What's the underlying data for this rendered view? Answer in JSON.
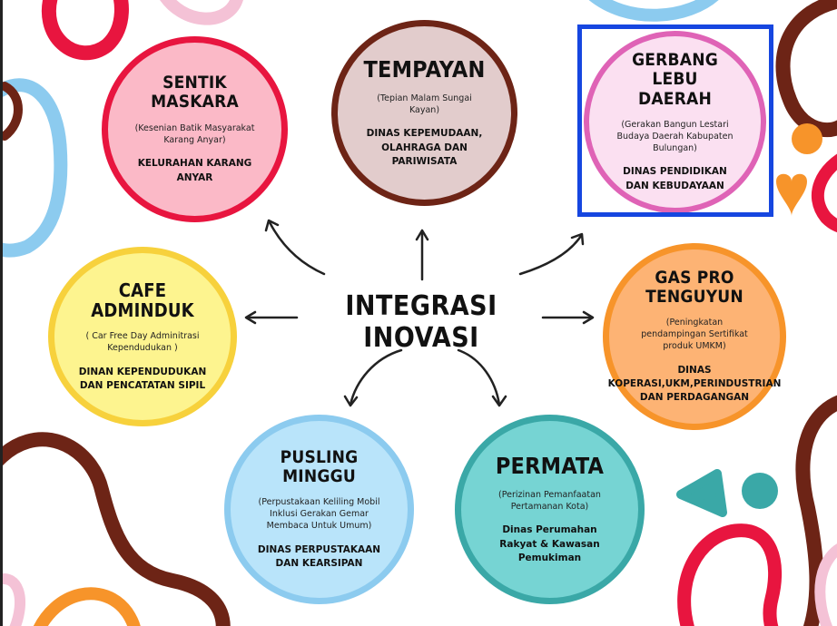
{
  "center": {
    "title": "INTEGRASI INOVASI"
  },
  "colors": {
    "accent_red": "#e8153f",
    "accent_brown": "#6d2416",
    "accent_blue": "#8ccbef",
    "accent_orange": "#f7942a",
    "accent_teal": "#3aa8a7",
    "accent_pink": "#f4c2d6",
    "highlight": "#1646e0"
  },
  "nodes": [
    {
      "id": "sentik-maskara",
      "title": "SENTIK MASKARA",
      "subtitle": "(Kesenian Batik Masyarakat Karang Anyar)",
      "org": "KELURAHAN KARANG ANYAR",
      "fill": "#fbb9c7",
      "border": "#e8153f"
    },
    {
      "id": "tempayan",
      "title": "TEMPAYAN",
      "subtitle": "(Tepian Malam Sungai Kayan)",
      "org": "DINAS KEPEMUDAAN, OLAHRAGA DAN PARIWISATA",
      "fill": "#e2cccc",
      "border": "#6d2416"
    },
    {
      "id": "gerbang-lebu-daerah",
      "title": "GERBANG LEBU DAERAH",
      "subtitle": "(Gerakan Bangun Lestari Budaya Daerah Kabupaten Bulungan)",
      "org": "DINAS PENDIDIKAN DAN KEBUDAYAAN",
      "fill": "#fbe0f1",
      "border": "#df63b6"
    },
    {
      "id": "cafe-adminduk",
      "title": "CAFE ADMINDUK",
      "subtitle": "( Car Free Day Adminitrasi Kependudukan )",
      "org": "DINAN KEPENDUDUKAN DAN PENCATATAN SIPIL",
      "fill": "#fdf48f",
      "border": "#f7d13c"
    },
    {
      "id": "gas-pro-tenguyun",
      "title": "GAS PRO TENGUYUN",
      "subtitle": "(Peningkatan pendampingan Sertifikat produk UMKM)",
      "org": "DINAS KOPERASI,UKM,PERINDUSTRIAN DAN PERDAGANGAN",
      "fill": "#fdb374",
      "border": "#f7942a"
    },
    {
      "id": "pusling-minggu",
      "title": "PUSLING MINGGU",
      "subtitle": "(Perpustakaan Keliling Mobil Inklusi Gerakan Gemar Membaca Untuk Umum)",
      "org": "DINAS PERPUSTAKAAN DAN KEARSIPAN",
      "fill": "#b9e4fa",
      "border": "#8ccbef"
    },
    {
      "id": "permata",
      "title": "PERMATA",
      "subtitle": "(Perizinan Pemanfaatan Pertamanan Kota)",
      "org": "Dinas Perumahan Rakyat & Kawasan Pemukiman",
      "fill": "#76d4d3",
      "border": "#3aa8a7"
    }
  ]
}
